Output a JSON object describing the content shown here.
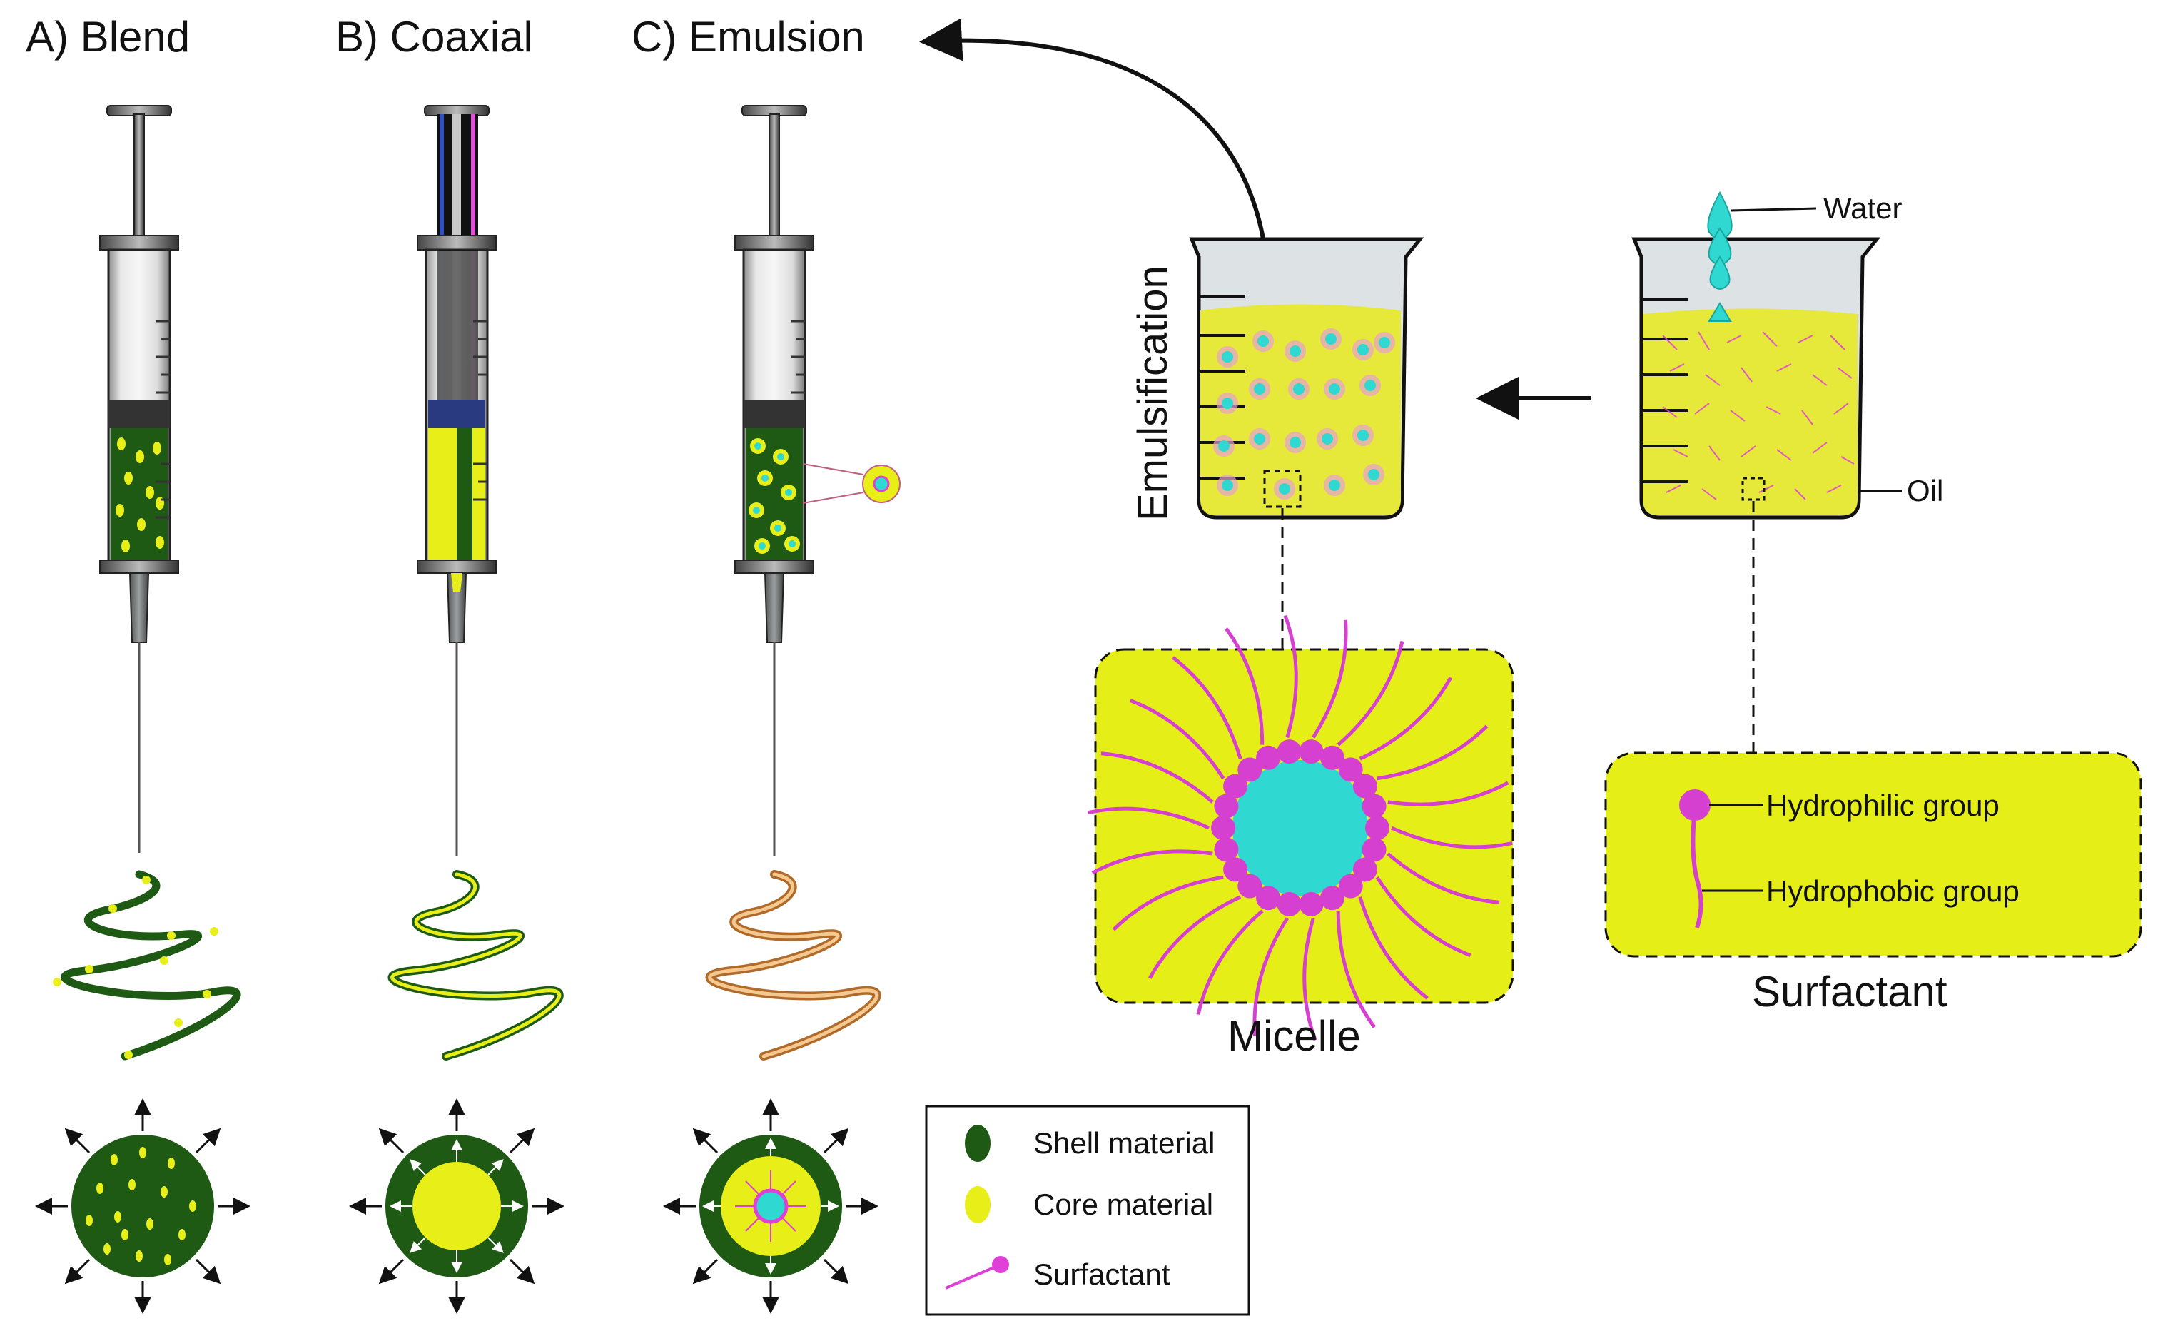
{
  "panels": {
    "blend": "A) Blend",
    "coaxial": "B) Coaxial",
    "emulsion": "C) Emulsion"
  },
  "process": {
    "emulsification": "Emulsification",
    "water": "Water",
    "oil": "Oil"
  },
  "micelle_label": "Micelle",
  "surfactant_box": {
    "title": "Surfactant",
    "hydrophilic": "Hydrophilic group",
    "hydrophobic": "Hydrophobic group"
  },
  "legend": {
    "shell": "Shell material",
    "core": "Core material",
    "surfactant": "Surfactant"
  },
  "colors": {
    "shell": "#1e5a14",
    "core": "#e8ee18",
    "surfactant": "#e040d8",
    "water": "#2fd8d0",
    "oil_liquid": "#e6e83a"
  }
}
